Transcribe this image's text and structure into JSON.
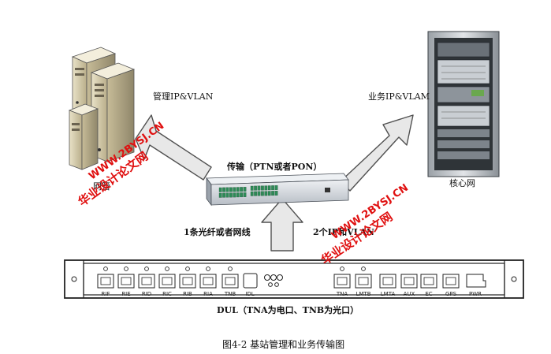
{
  "labels": {
    "left_link": "管理IP&VLAN",
    "right_link": "业务IP&VLAM",
    "transport": "传输（PTN或者PON）",
    "nms": "网管",
    "core": "核心网",
    "uplink_single": "1条光纤或者网线",
    "uplink_multi": "2个IP和VLAN",
    "dul_caption": "DUL（TNA为电口、TNB为光口）",
    "figure_caption": "图4-2  基站管理和业务传输图"
  },
  "dul_ports_left": [
    "RIF",
    "RIE",
    "RID",
    "RIC",
    "RIB",
    "RIA"
  ],
  "dul_ports_mid": [
    "TNB",
    "IDL"
  ],
  "dul_ports_right": [
    "TNA",
    "LMTB",
    "LMTA",
    "AUX",
    "EC",
    "GPS",
    "PWR"
  ],
  "watermark": {
    "line1_a": "华业设计论文网",
    "line1_b": "WWW.2BYSJ.CN",
    "line2_a": "华业设计论文网",
    "line2_b": "WWW.2BYSJ.CN"
  },
  "colors": {
    "arrow_fill": "#e8e8e8",
    "arrow_stroke": "#505050",
    "watermark": "#e01010",
    "transport_body": "#d7dade",
    "port_green": "#2e8b57"
  }
}
